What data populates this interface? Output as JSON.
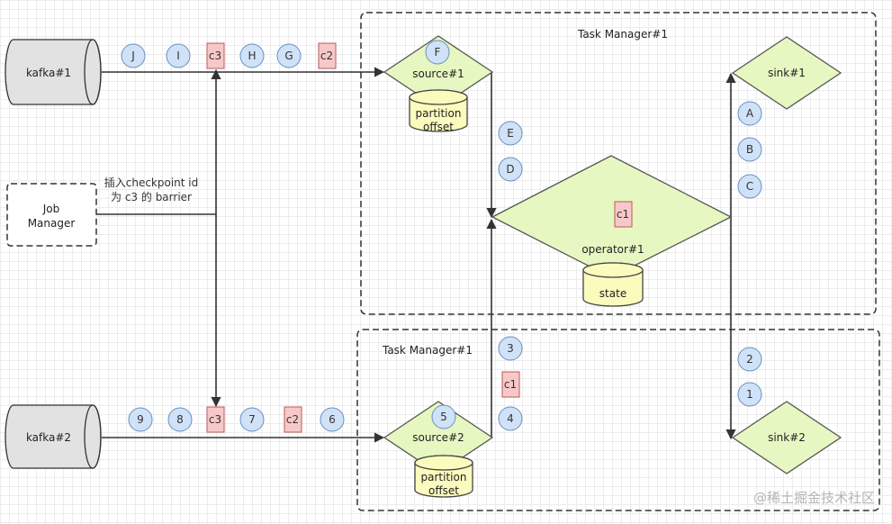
{
  "task_manager_top": "Task Manager#1",
  "task_manager_bottom": "Task Manager#1",
  "kafka1": "kafka#1",
  "kafka2": "kafka#2",
  "job_manager": [
    "Job",
    "Manager"
  ],
  "barrier_note": [
    "插入checkpoint id",
    "为 c3 的 barrier"
  ],
  "source1": "source#1",
  "source2": "source#2",
  "partition_offset": [
    "partition",
    "offset"
  ],
  "operator": "operator#1",
  "state": "state",
  "sink1": "sink#1",
  "sink2": "sink#2",
  "markers": {
    "stream1": [
      "J",
      "I",
      "c3",
      "H",
      "G",
      "c2"
    ],
    "stream2": [
      "9",
      "8",
      "c3",
      "7",
      "c2",
      "6"
    ],
    "source1_inner": "F",
    "source2_inner": "5",
    "s1_to_op": [
      "E",
      "D"
    ],
    "s2_to_op": [
      "3",
      "c1",
      "4"
    ],
    "op_barrier": "c1",
    "to_sink1": [
      "A",
      "B",
      "C"
    ],
    "to_sink2": [
      "2",
      "1"
    ]
  },
  "watermark": "@稀土掘金技术社区",
  "colors": {
    "record_fill": "#cfe2f7",
    "barrier_fill": "#f8c8c8",
    "operator_fill": "#e6f7c1",
    "store_fill": "#fbfbbe",
    "kafka_fill": "#e2e2e2"
  }
}
